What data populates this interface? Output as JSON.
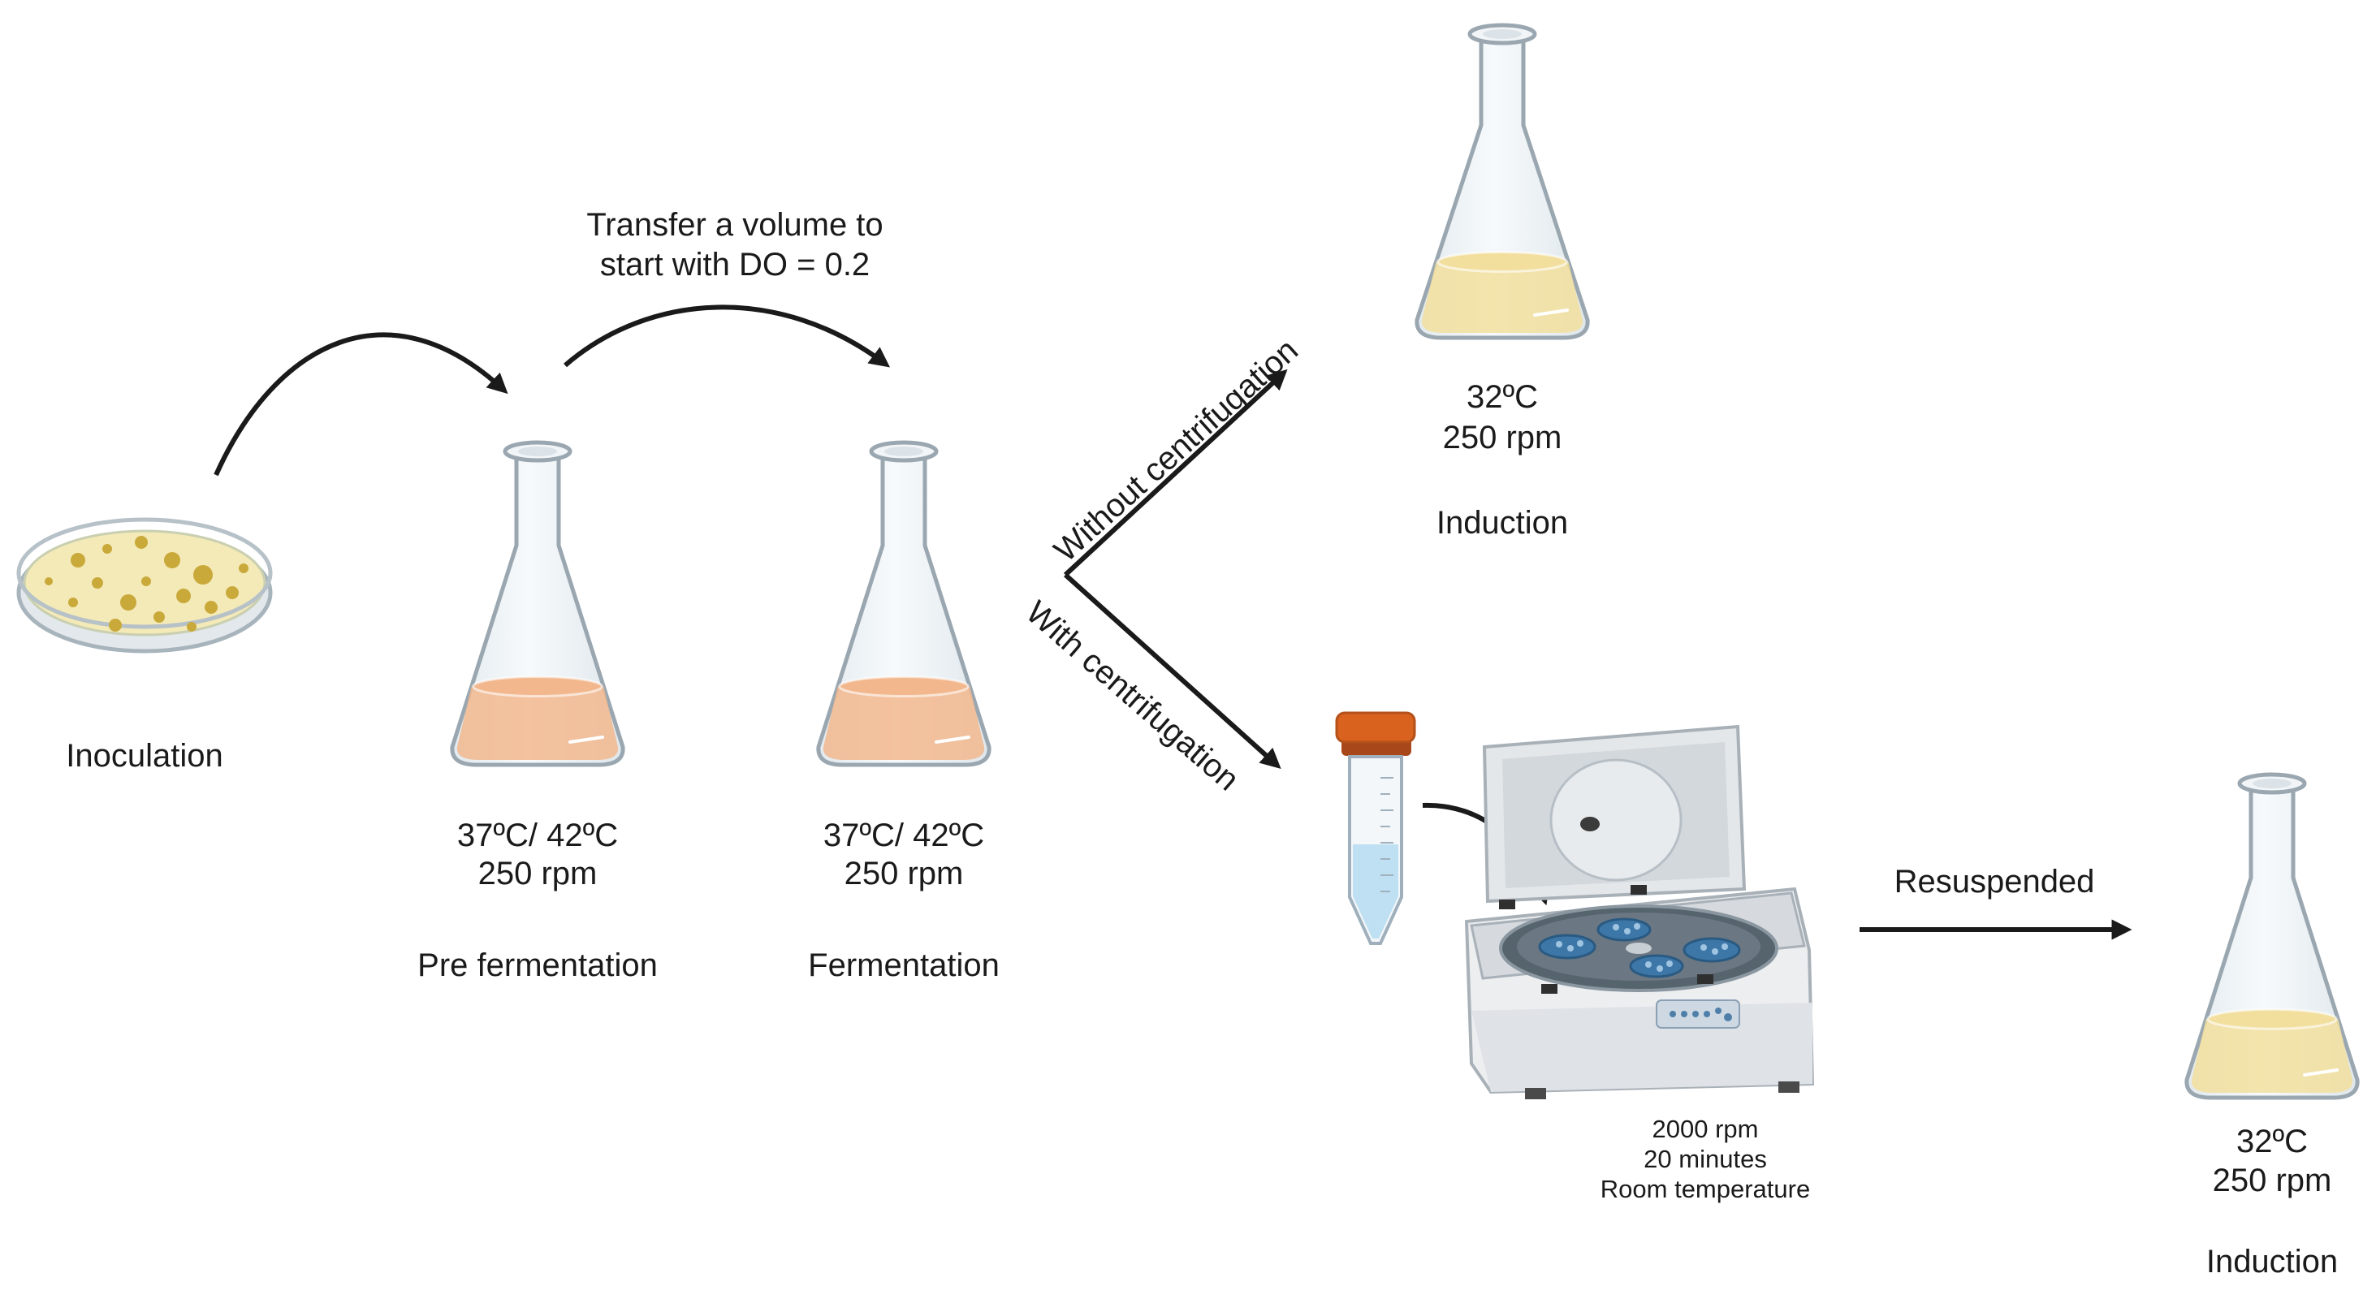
{
  "steps": {
    "inoculation": {
      "label": "Inoculation"
    },
    "pre_fermentation": {
      "conditions": [
        "37ºC/ 42ºC",
        "250 rpm"
      ],
      "label": "Pre fermentation"
    },
    "fermentation": {
      "conditions": [
        "37ºC/ 42ºC",
        "250 rpm"
      ],
      "label": "Fermentation"
    },
    "induction_direct": {
      "conditions": [
        "32ºC",
        "250 rpm"
      ],
      "label": "Induction"
    },
    "centrifugation": {
      "conditions": [
        "2000 rpm",
        "20 minutes",
        "Room temperature"
      ]
    },
    "induction_resuspended": {
      "conditions": [
        "32ºC",
        "250 rpm"
      ],
      "label": "Induction"
    }
  },
  "arrows": {
    "transfer": [
      "Transfer a volume to",
      "start with DO = 0.2"
    ],
    "without_centrifugation": "Without  centrifugation",
    "with_centrifugation": "With centrifugation",
    "resuspended": "Resuspended"
  },
  "colors": {
    "arrow": "#1a1a1a",
    "flask_glass": "#eef3f6",
    "flask_outline": "#9aa7b0",
    "medium_orange": "#f2b78d",
    "medium_yellow": "#f2df9e",
    "petri_agar": "#f4eab8",
    "colony": "#c9a93a",
    "tube_cap": "#d9621f",
    "tube_liquid": "#bfe0f2",
    "centrifuge_body": "#e9ebee",
    "centrifuge_rotor": "#3d77a8"
  }
}
